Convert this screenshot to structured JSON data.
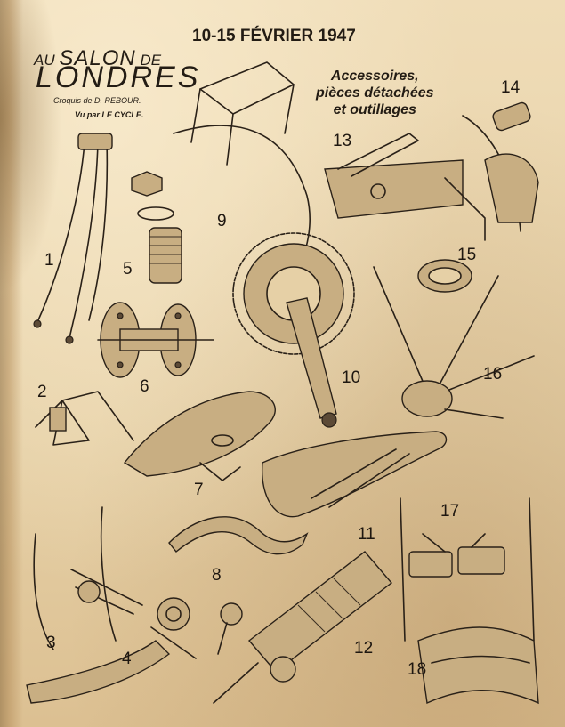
{
  "header": {
    "au": "AU",
    "salon": "SALON",
    "de": "DE",
    "londres": "LONDRES",
    "croquis": "Croquis de D. REBOUR.",
    "vu_par": "Vu par LE CYCLE.",
    "date": "10-15 FÉVRIER 1947",
    "subtitle_1": "Accessoires,",
    "subtitle_2": "pièces détachées",
    "subtitle_3": "et outillages"
  },
  "numbers": [
    "1",
    "2",
    "3",
    "4",
    "5",
    "6",
    "7",
    "8",
    "9",
    "10",
    "11",
    "12",
    "13",
    "14",
    "15",
    "16",
    "17",
    "18"
  ],
  "colors": {
    "paper": "#e9d7b4",
    "ink": "#2a2118"
  }
}
